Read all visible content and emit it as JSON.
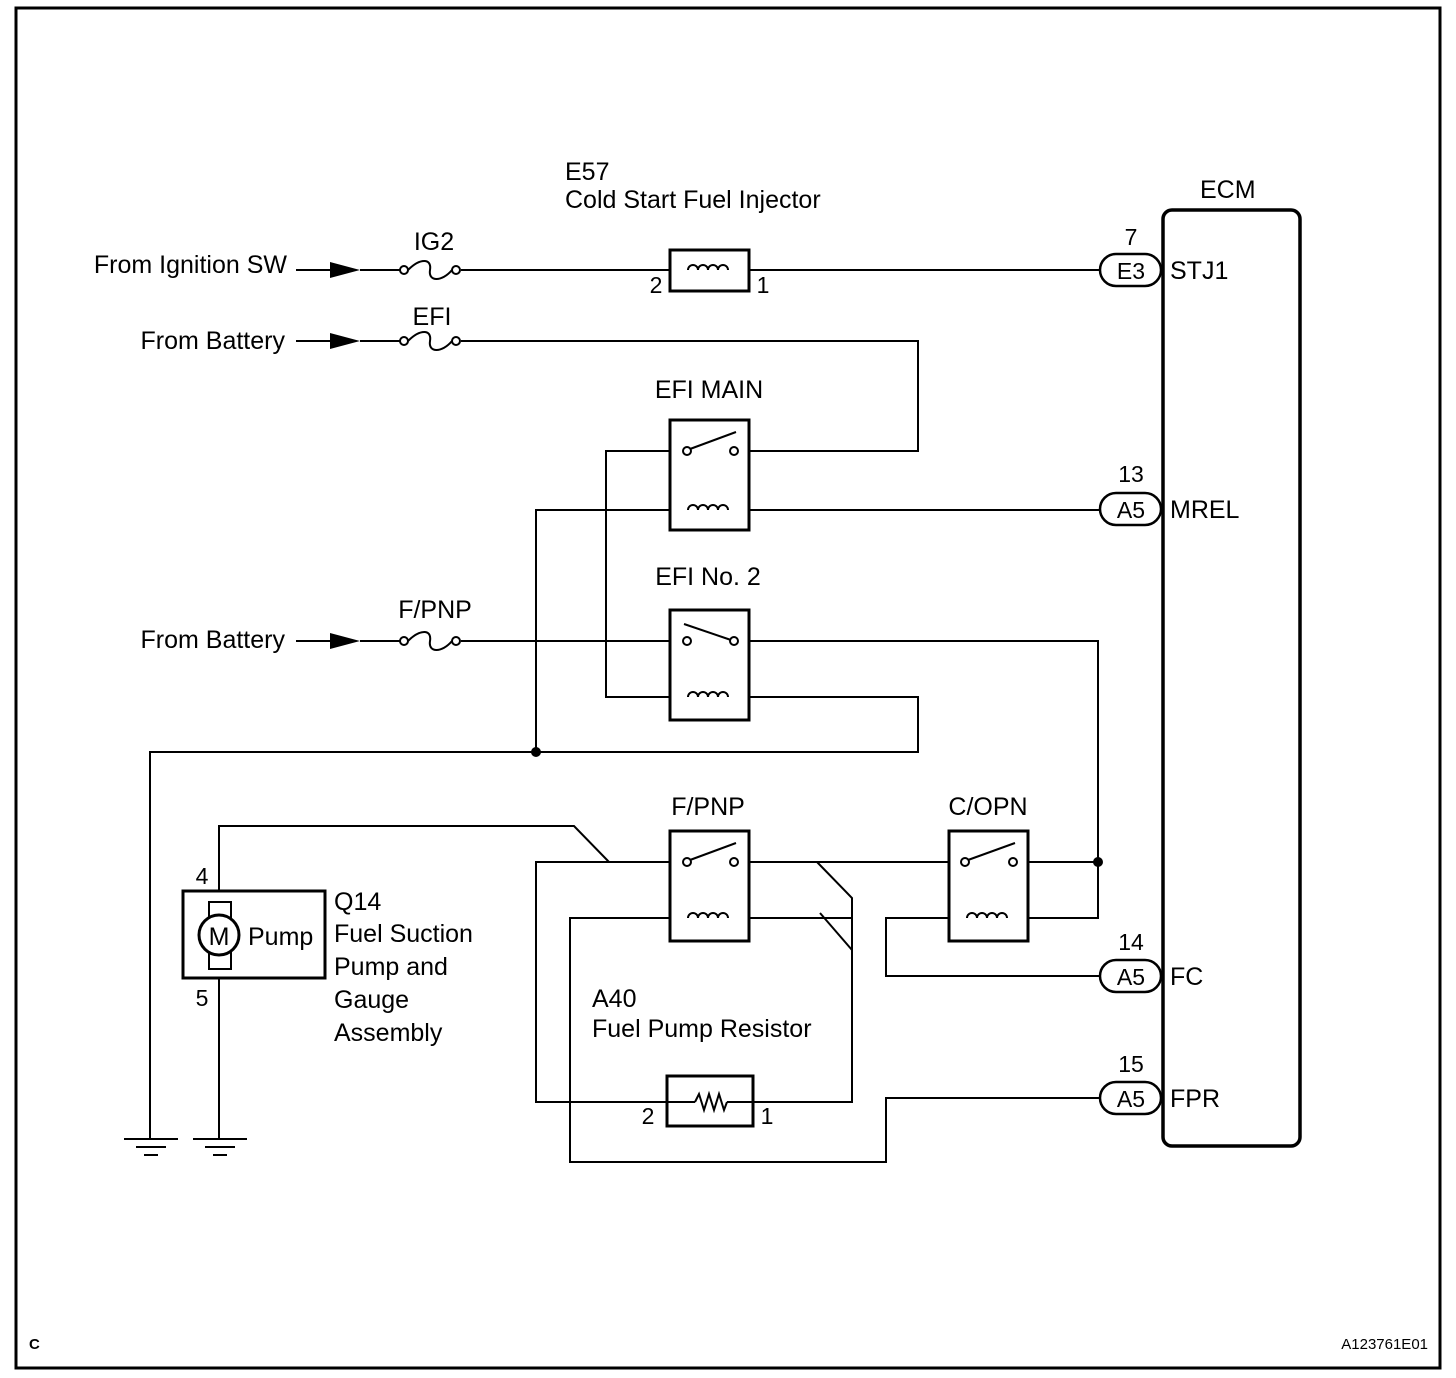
{
  "labels": {
    "cold_start_code": "E57",
    "cold_start_name": "Cold Start Fuel Injector",
    "ecm": "ECM",
    "from_ignition": "From Ignition SW",
    "from_battery_1": "From Battery",
    "from_battery_2": "From Battery",
    "fuse_ig2": "IG2",
    "fuse_efi": "EFI",
    "fuse_fpnp": "F/PNP",
    "relay_efi_main": "EFI MAIN",
    "relay_efi_no2": "EFI No. 2",
    "relay_fpnp": "F/PNP",
    "relay_copn": "C/OPN",
    "pump_code": "Q14",
    "pump_name_1": "Fuel Suction",
    "pump_name_2": "Pump and",
    "pump_name_3": "Gauge",
    "pump_name_4": "Assembly",
    "pump_text": "Pump",
    "motor_letter": "M",
    "resistor_code": "A40",
    "resistor_name": "Fuel Pump Resistor",
    "corner_letter": "C",
    "figure_id": "A123761E01"
  },
  "pins": {
    "injector_in": "2",
    "injector_out": "1",
    "pump_top": "4",
    "pump_bottom": "5",
    "resistor_left": "2",
    "resistor_right": "1"
  },
  "ecm_terminals": [
    {
      "pin": "7",
      "connector": "E3",
      "signal": "STJ1"
    },
    {
      "pin": "13",
      "connector": "A5",
      "signal": "MREL"
    },
    {
      "pin": "14",
      "connector": "A5",
      "signal": "FC"
    },
    {
      "pin": "15",
      "connector": "A5",
      "signal": "FPR"
    }
  ]
}
